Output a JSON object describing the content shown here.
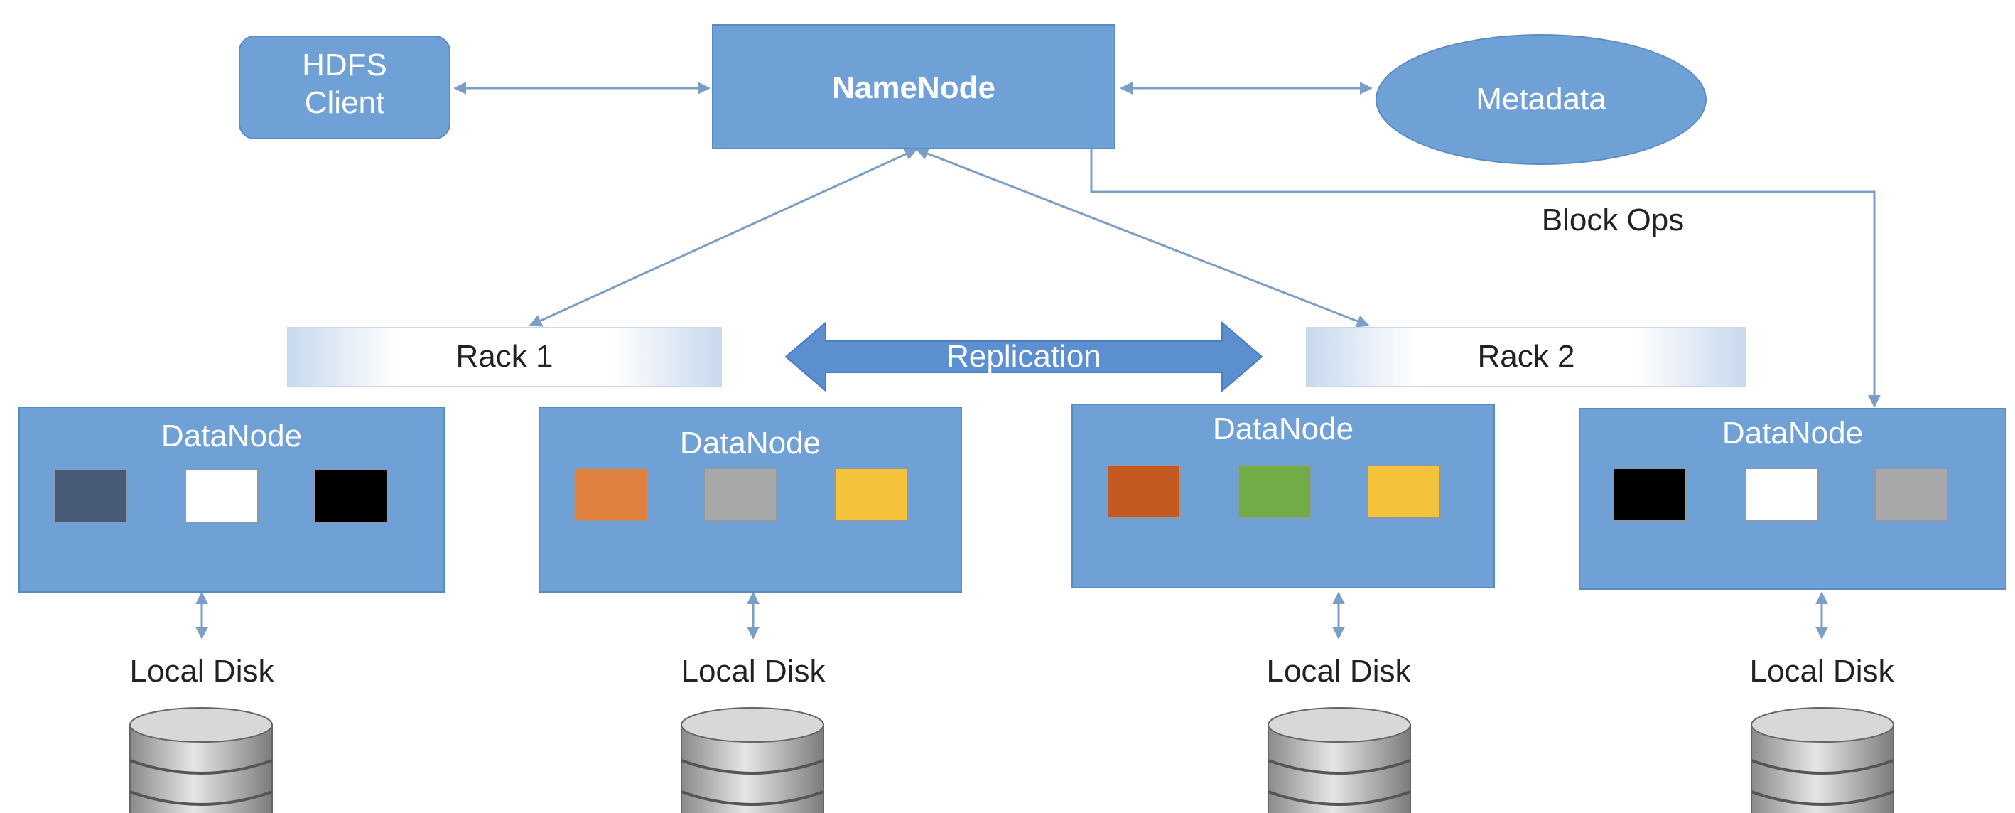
{
  "client": {
    "line1": "HDFS",
    "line2": "Client"
  },
  "namenode": {
    "label": "NameNode"
  },
  "metadata": {
    "label": "Metadata"
  },
  "block_ops": {
    "label": "Block Ops"
  },
  "replication": {
    "label": "Replication"
  },
  "racks": [
    {
      "label": "Rack 1"
    },
    {
      "label": "Rack 2"
    }
  ],
  "datanodes": [
    {
      "label": "DataNode",
      "blocks": [
        "#475a78",
        "#ffffff",
        "#000000"
      ]
    },
    {
      "label": "DataNode",
      "blocks": [
        "#e0803f",
        "#a8a8a8",
        "#f5c33b"
      ]
    },
    {
      "label": "DataNode",
      "blocks": [
        "#c45a22",
        "#70ad47",
        "#f5c33b"
      ]
    },
    {
      "label": "DataNode",
      "blocks": [
        "#000000",
        "#ffffff",
        "#a8a8a8"
      ]
    }
  ],
  "disk_label": "Local Disk",
  "colors": {
    "node_fill": "#6fa0d6",
    "line": "#7a9ec8",
    "replication_arrow": "#5b8fcf"
  }
}
